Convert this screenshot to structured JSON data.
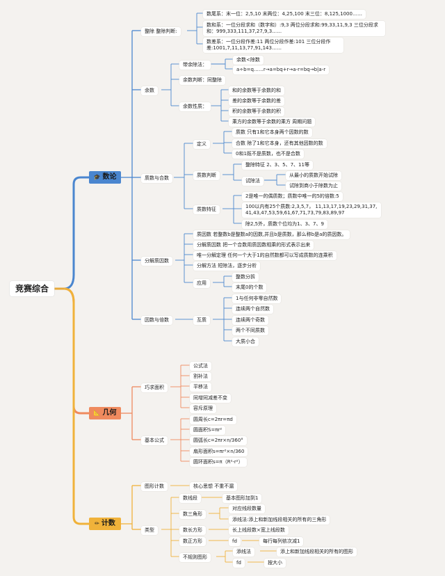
{
  "root": "竞赛综合",
  "categories": {
    "shulun": {
      "label": "数论",
      "color": "#4a86cf"
    },
    "jihe": {
      "label": "几何",
      "color": "#ef8a5e"
    },
    "jishu": {
      "label": "计数",
      "color": "#f0b23a"
    }
  },
  "shulun": {
    "zhengchu": {
      "label": "整除 整除判断:",
      "items": [
        "数尾系：末一位：2,5,10 末两位：4,25,100 末三位：8,125,1000……",
        "数和系：一位分段求和（数字和）:9,3 两位分段求和:99,33,11,9,3 三位分段求和：999,333,111,37,27,9,3……",
        "数差系：一位分段作差:11 两位分段作差:101 三位分段作差:1001,7,11,13,77,91,143……"
      ]
    },
    "yushu": {
      "label": "余数",
      "daiyu": {
        "label": "带余除法：",
        "items": [
          "余数<除数",
          "a÷b=q……r→a=bq+r→a-r=bq→b|a-r"
        ]
      },
      "panduan": "余数判断：同整除",
      "xingzhi": {
        "label": "余数性质：",
        "items": [
          "和的余数等于余数的和",
          "差的余数等于余数的差",
          "积的余数等于余数的积",
          "乘方的余数等于余数的乘方 周期问题"
        ]
      }
    },
    "zhishu": {
      "label": "质数与合数",
      "dingyi": {
        "label": "定义",
        "items": [
          "质数 只有1和它本身两个因数的数",
          "合数 除了1和它本身，还有其他因数的数",
          "0和1既不是质数，也不是合数"
        ]
      },
      "panduan": {
        "label": "质数判断",
        "tezheng": "整除特征 2、3、5、7、11等",
        "shichu": {
          "label": "试除法",
          "items": [
            "从最小的质数开始试除",
            "试除到商小于除数为止"
          ]
        }
      },
      "tezheng": {
        "label": "质数特征",
        "items": [
          "2是唯一的偶质数；质数中唯一的5的倍数:5",
          "100以内有25个质数:2,3,5,7， 11,13,17,19,23,29,31,37, 41,43,47,53,59,61,67,71,73,79,83,89,97",
          "除2,5外，质数个位均为1、3、7、9"
        ]
      }
    },
    "fenjie": {
      "label": "分解质因数",
      "items": [
        "质因数 若整数b是整数a的因数,并且b是质数，那么称b是a的质因数。",
        "分解质因数 把一个合数用质因数相乘的形式表示出来",
        "唯一分解定理 任何一个大于1的自然数都可以写成质数的连乘积",
        "分解方法 短除法，逐步分析"
      ],
      "yingyong": {
        "label": "应用",
        "items": [
          "整数分拆",
          "末尾0的个数"
        ]
      }
    },
    "yinshu": {
      "label": "因数与倍数",
      "huzhi": {
        "label": "互质",
        "items": [
          "1与任何非零自然数",
          "连续两个自然数",
          "连续两个奇数",
          "两个不同质数",
          "大质小合"
        ]
      }
    }
  },
  "jihe": {
    "qiaoqiu": {
      "label": "巧求面积",
      "items": [
        "公式法",
        "割补法",
        "平移法",
        "同增同减差不变",
        "容斥原理"
      ]
    },
    "gongshi": {
      "label": "基本公式",
      "items": [
        "圆周长c=2πr=πd",
        "圆面积S=πr²",
        "圆弧长c=2πr×n/360°",
        "扇形面积s=πr²×n/360",
        "圆环面积s=π（R²-r²）"
      ]
    }
  },
  "jishu": {
    "tuxing": {
      "label": "图形计数",
      "hexin": "核心思想 不重不漏"
    },
    "leixing": {
      "label": "类型",
      "xianduan": {
        "label": "数线段",
        "item": "基本图形加到1"
      },
      "sanjiao": {
        "label": "数三角形",
        "items": [
          "对应线段数量",
          "添线法:添上和新加线段相关的所有的三角形"
        ]
      },
      "changfang": {
        "label": "数长方形",
        "item": "长上线段数×宽上线段数"
      },
      "zhengfang": {
        "label": "数正方形",
        "fd": "fd",
        "item": "每行每列依次减1"
      },
      "buguize": {
        "label": "不规则图形",
        "tianxian": {
          "label": "添线法",
          "item": "添上和新加线段相关的所有的图形"
        },
        "fd": {
          "label": "fd",
          "item": "按大小"
        }
      }
    }
  }
}
